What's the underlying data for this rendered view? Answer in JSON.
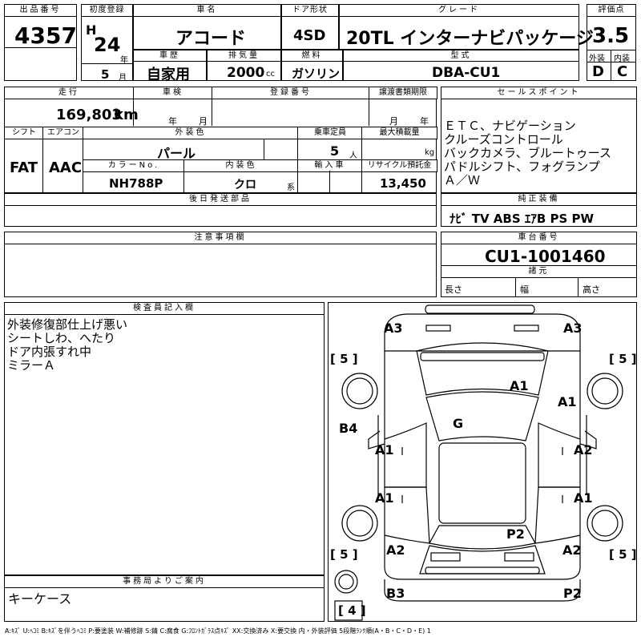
{
  "labels": {
    "lot": "出品番号",
    "first_reg": "初度登録",
    "model": "車名",
    "door": "ドア形状",
    "grade": "グレード",
    "score": "評価点",
    "history": "車歴",
    "displacement": "排気量",
    "fuel": "燃料",
    "type_code": "型式",
    "exterior": "外装",
    "interior": "内装",
    "mileage": "走行",
    "inspection": "車検",
    "reg_no": "登録番号",
    "transfer": "譲渡書類期限",
    "sales_points": "セールスポイント",
    "shift": "シフト",
    "ac": "エアコン",
    "color": "外装色",
    "capacity": "乗車定員",
    "max_load": "最大積載量",
    "color_no": "カラーNo.",
    "int_color": "内装色",
    "import": "輸入車",
    "recycle": "リサイクル預託金",
    "later_parts": "後日発送部品",
    "equipment": "純正装備",
    "notes": "注意事項欄",
    "chassis": "車台番号",
    "specs": "諸元",
    "length": "長さ",
    "width": "幅",
    "height": "高さ",
    "inspector": "検査員記入欄",
    "office": "事務局よりご案内",
    "year_u": "年",
    "month_u": "月",
    "cc": "cc",
    "km": "km",
    "person": "人",
    "kg": "kg",
    "kei": "系"
  },
  "vehicle": {
    "lot": "4357",
    "era": "H",
    "year": "24",
    "month": "5",
    "model": "アコード",
    "door": "4SD",
    "grade": "20TL インターナビパッケージ",
    "score": "3.5",
    "history": "自家用",
    "displacement": "2000",
    "fuel": "ガソリン",
    "type_code": "DBA-CU1",
    "exterior": "D",
    "interior": "C",
    "mileage": "169,803",
    "shift": "FAT",
    "ac": "AAC",
    "color": "パール",
    "capacity": "5",
    "color_no": "NH788P",
    "int_color": "クロ",
    "recycle": "13,450",
    "chassis": "CU1-1001460"
  },
  "sales_points": [
    "ＥＴＣ、ナビゲーション",
    "クルーズコントロール",
    "バックカメラ、ブルートゥース",
    "パドルシフト、フォグランプ",
    "Ａ／Ｗ"
  ],
  "equipment": "ﾅﾋﾞ TV ABS ｴｱB PS PW",
  "inspector_notes": [
    "外装修復部仕上げ悪い",
    "シートしわ、へたり",
    "ドア内張すれ中",
    "ミラーＡ"
  ],
  "office_notes": [
    "キーケース"
  ],
  "damage": {
    "front_left": "A3",
    "front_right": "A3",
    "bonnet": "A1",
    "right_front_fender": "A1",
    "windshield": "G",
    "left_side": "B4",
    "left_front_door": "A1",
    "right_front_door": "A2",
    "left_rear_door": "A1",
    "right_rear_door": "A1",
    "trunk": "P2",
    "left_rear": "A2",
    "right_rear": "A2",
    "rear_left": "B3",
    "rear_right": "P2",
    "tire_fl": "5",
    "tire_fr": "5",
    "tire_rl": "5",
    "tire_rr": "5",
    "spare": "4"
  },
  "legend": "A:ｷｽﾞ U:ﾍｺﾐ B:ｷｽﾞを伴うﾍｺﾐ P:要塗装 W:補修跡 S:錆 C:腐食 G:ﾌﾛﾝﾄｶﾞﾗｽ点ｷｽﾞ XX:交換済み X:要交換 内・外装評価 5段階ﾗﾝｸ順(A・B・C・D・E) 1"
}
